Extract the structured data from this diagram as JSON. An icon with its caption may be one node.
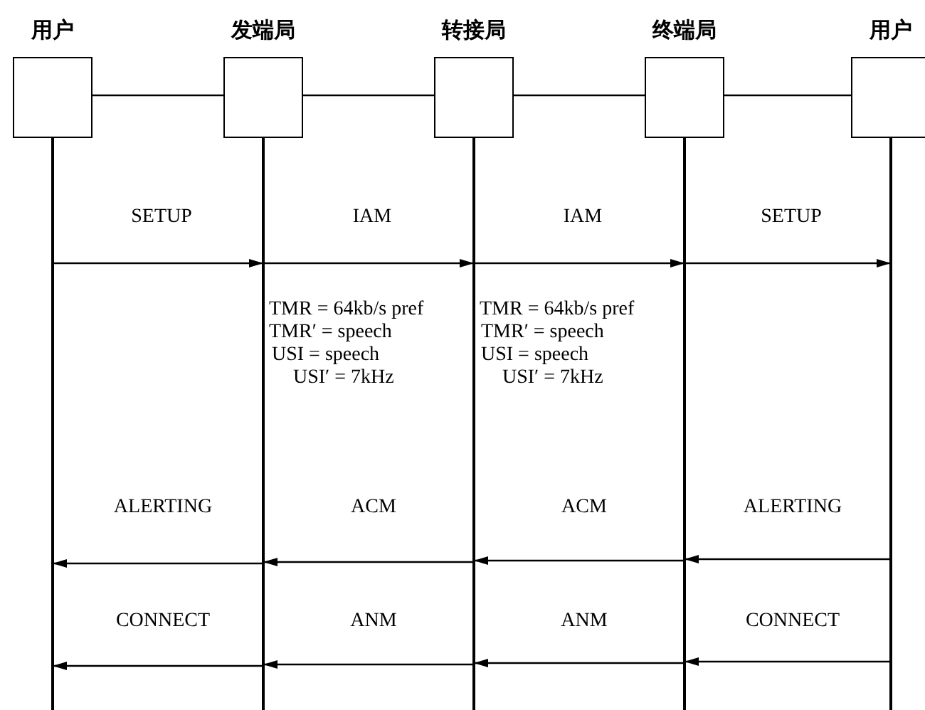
{
  "diagram": {
    "nodes": [
      {
        "text": [
          "用户"
        ]
      },
      {
        "text": [
          "发端局"
        ]
      },
      {
        "text": [
          "转接局"
        ]
      },
      {
        "text": [
          "终端局"
        ]
      },
      {
        "text": [
          "用户"
        ]
      }
    ],
    "edges": [
      {
        "from": 0,
        "to": 1,
        "arrow": "none"
      },
      {
        "from": 1,
        "to": 2,
        "arrow": "none"
      },
      {
        "from": 2,
        "to": 3,
        "arrow": "none"
      },
      {
        "from": 3,
        "to": 4,
        "arrow": "none"
      },
      {
        "from": 0,
        "to": 1,
        "arrow": "to",
        "label": "SETUP"
      },
      {
        "from": 1,
        "to": 2,
        "arrow": "to",
        "label": "IAM"
      },
      {
        "from": 2,
        "to": 3,
        "arrow": "to",
        "label": "IAM"
      },
      {
        "from": 3,
        "to": 4,
        "arrow": "to",
        "label": "SETUP"
      },
      {
        "from": 1,
        "to": 0,
        "arrow": "to",
        "label": "ALERTING"
      },
      {
        "from": 2,
        "to": 1,
        "arrow": "to",
        "label": "ACM"
      },
      {
        "from": 3,
        "to": 2,
        "arrow": "to",
        "label": "ACM"
      },
      {
        "from": 4,
        "to": 3,
        "arrow": "to",
        "label": "ALERTING"
      },
      {
        "from": 1,
        "to": 0,
        "arrow": "to",
        "label": "CONNECT"
      },
      {
        "from": 2,
        "to": 1,
        "arrow": "to",
        "label": "ANM"
      },
      {
        "from": 3,
        "to": 2,
        "arrow": "to",
        "label": "ANM"
      },
      {
        "from": 4,
        "to": 3,
        "arrow": "to",
        "label": "CONNECT"
      }
    ],
    "labels": [
      "TMR = 64kb/s pref",
      "TMR′ = speech",
      "USI = speech",
      "USI′ = 7kHz",
      "TMR = 64kb/s pref",
      "TMR′ = speech",
      "USI = speech",
      "USI′ = 7kHz"
    ]
  }
}
